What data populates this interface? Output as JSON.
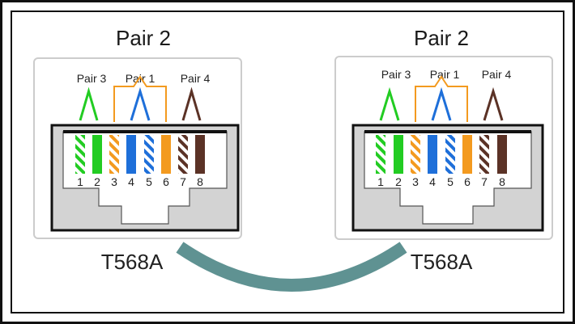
{
  "colors": {
    "green": "#22cc22",
    "orange": "#f39a1f",
    "blue": "#1e6fd9",
    "brown": "#5b3226",
    "cable": "#5f9292",
    "jack_fill": "#d3d3d3"
  },
  "jacks": [
    {
      "pair_title": "Pair 2",
      "standard": "T568A",
      "pair_labels": [
        "Pair 3",
        "Pair 1",
        "Pair 4"
      ],
      "pins": [
        "1",
        "2",
        "3",
        "4",
        "5",
        "6",
        "7",
        "8"
      ],
      "wires": [
        "green-white",
        "green",
        "orange-white",
        "blue",
        "blue-white",
        "orange",
        "brown-white",
        "brown"
      ]
    },
    {
      "pair_title": "Pair 2",
      "standard": "T568A",
      "pair_labels": [
        "Pair 3",
        "Pair 1",
        "Pair 4"
      ],
      "pins": [
        "1",
        "2",
        "3",
        "4",
        "5",
        "6",
        "7",
        "8"
      ],
      "wires": [
        "green-white",
        "green",
        "orange-white",
        "blue",
        "blue-white",
        "orange",
        "brown-white",
        "brown"
      ]
    }
  ]
}
